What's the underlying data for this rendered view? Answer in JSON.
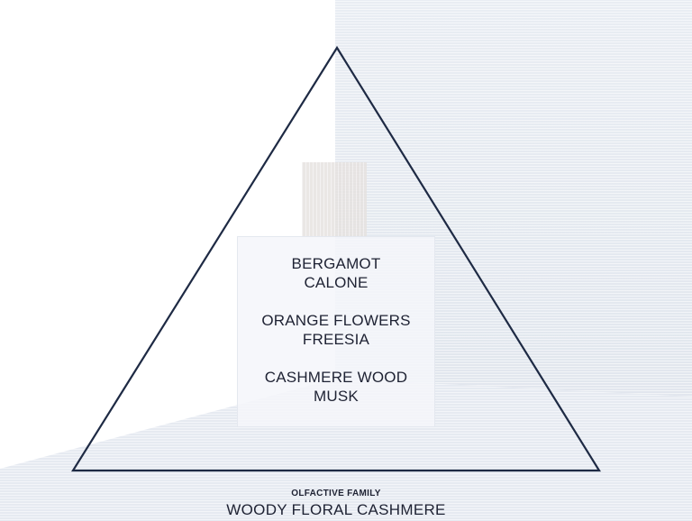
{
  "pyramid": {
    "top_notes": [
      "BERGAMOT",
      "CALONE"
    ],
    "heart_notes": [
      "ORANGE FLOWERS",
      "FREESIA"
    ],
    "base_notes": [
      "CASHMERE WOOD",
      "MUSK"
    ]
  },
  "olfactive_family": {
    "label": "OLFACTIVE FAMILY",
    "value": "WOODY FLORAL CASHMERE"
  },
  "colors": {
    "text": "#1e2233",
    "triangle_stroke": "#1e2a44",
    "wall": "#e5e9f0"
  }
}
